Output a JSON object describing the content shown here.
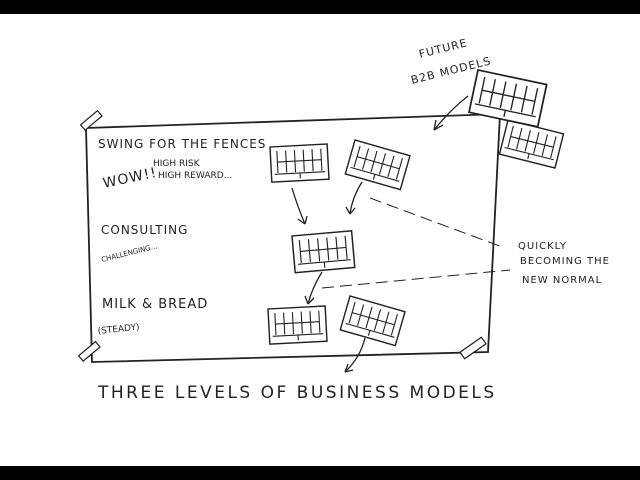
{
  "labels": {
    "future_line1": "FUTURE",
    "future_line2": "B2B MODELS",
    "swing": "SWING FOR THE FENCES",
    "wow": "WOW!!",
    "high_risk": "HIGH RISK",
    "high_reward": "HIGH REWARD...",
    "consulting": "CONSULTING",
    "challenging": "CHALLENGING...",
    "milk_bread": "MILK & BREAD",
    "steady": "(STEADY)",
    "quickly_line1": "QUICKLY",
    "quickly_line2": "BECOMING THE",
    "quickly_line3": "NEW NORMAL",
    "title": "THREE LEVELS OF BUSINESS MODELS"
  },
  "colors": {
    "ink": "#222222",
    "paper": "#ffffff",
    "bars": "#000000"
  },
  "icons": [
    "canvas-grid-icon",
    "arrow-icon",
    "tape-icon"
  ]
}
